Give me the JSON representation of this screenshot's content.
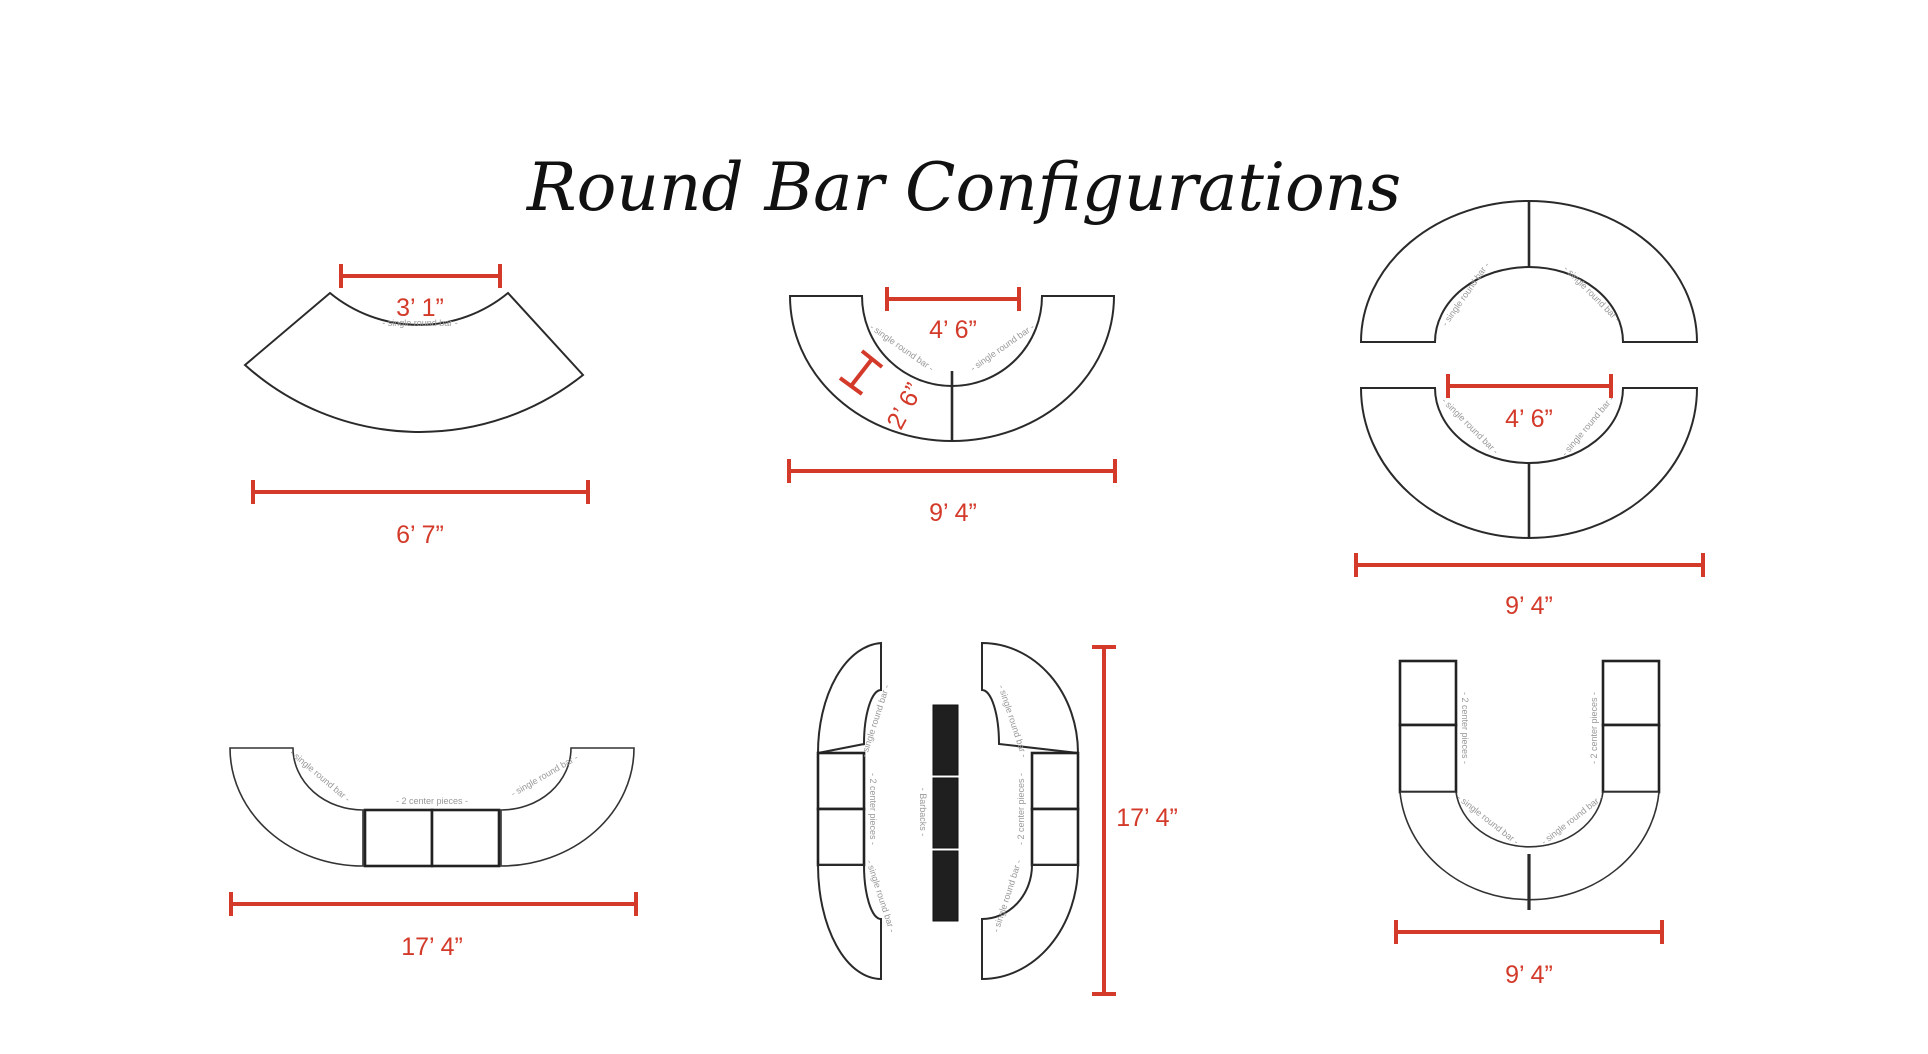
{
  "title": "Round Bar Configurations",
  "colors": {
    "dimension": "#d33a2a",
    "outline": "#2a2a2a",
    "label": "#999999",
    "barback": "#1f1f1f"
  },
  "labels": {
    "single_round_bar": "- single round bar -",
    "two_center_pieces": "- 2 center pieces -",
    "barbacks": "- Barbacks -"
  },
  "configs": {
    "single": {
      "inner_width": "3’ 1”",
      "outer_width": "6’ 7”"
    },
    "double": {
      "inner_width": "4’ 6”",
      "depth": "2’ 6”",
      "overall_width": "9’ 4”"
    },
    "circle": {
      "inner_width": "4’ 6”",
      "overall_width": "9’ 4”"
    },
    "serpentine": {
      "overall_width": "17’ 4”"
    },
    "oval": {
      "overall_length": "17’ 4”"
    },
    "horseshoe": {
      "overall_width": "9’ 4”"
    }
  }
}
